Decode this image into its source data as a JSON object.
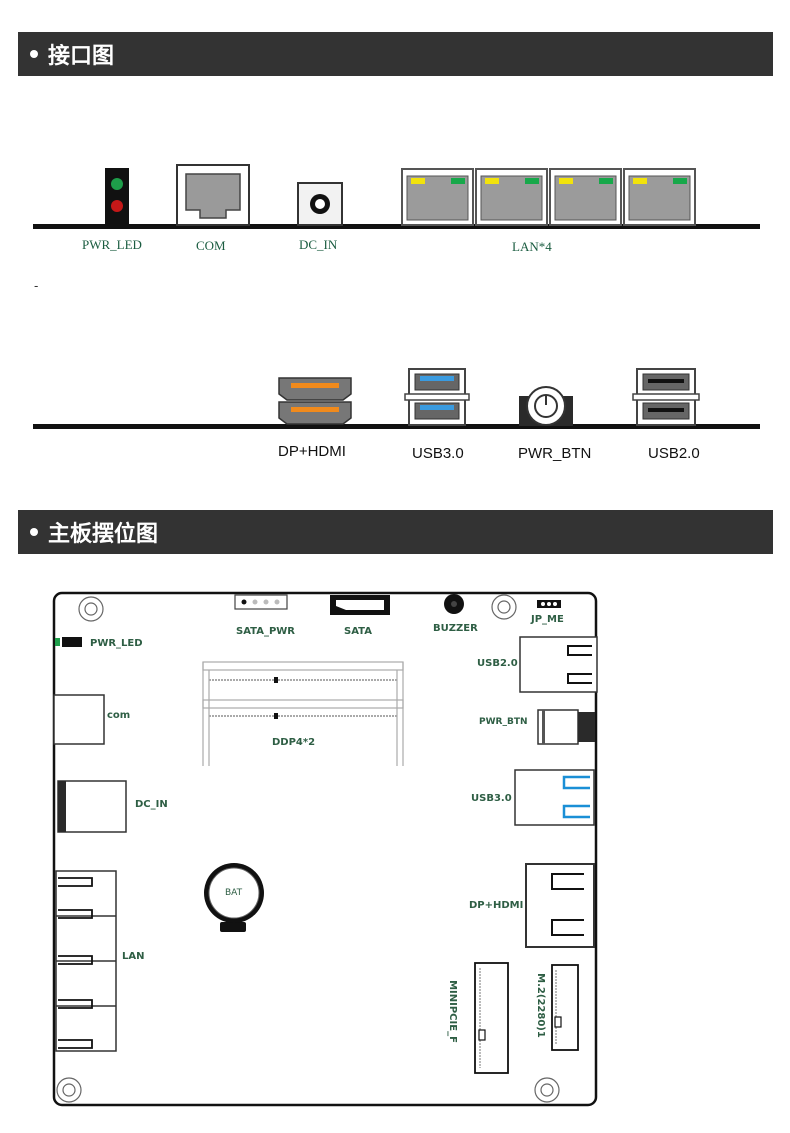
{
  "sections": {
    "interface_title": "接口图",
    "layout_title": "主板摆位图"
  },
  "io_top": {
    "pwr_led": "PWR_LED",
    "com": "COM",
    "dc_in": "DC_IN",
    "lan": "LAN*4",
    "dash": "-"
  },
  "io_bottom": {
    "dp_hdmi": "DP+HDMI",
    "usb3": "USB3.0",
    "pwr_btn": "PWR_BTN",
    "usb2": "USB2.0"
  },
  "board": {
    "sata_pwr": "SATA_PWR",
    "sata": "SATA",
    "buzzer": "BUZZER",
    "jp_me": "JP_ME",
    "pwr_led": "PWR_LED",
    "usb2": "USB2.0",
    "com": "com",
    "pwr_btn": "PWR_BTN",
    "ddr": "DDP4*2",
    "usb3": "USB3.0",
    "dc_in": "DC_IN",
    "bat": "BAT",
    "dp_hdmi": "DP+HDMI",
    "lan": "LAN",
    "minipcie": "MINIPCIE_F",
    "m2": "M.2(2280)1"
  },
  "colors": {
    "led_green": "#1e9e4a",
    "led_red": "#c41818",
    "lan_yellow": "#f2e30c",
    "lan_green": "#17a84a",
    "dp_orange": "#f08a1c",
    "usb3_blue": "#3a9be0",
    "usb3_board_blue": "#1a8fd6",
    "label_green": "#2e5e44"
  }
}
